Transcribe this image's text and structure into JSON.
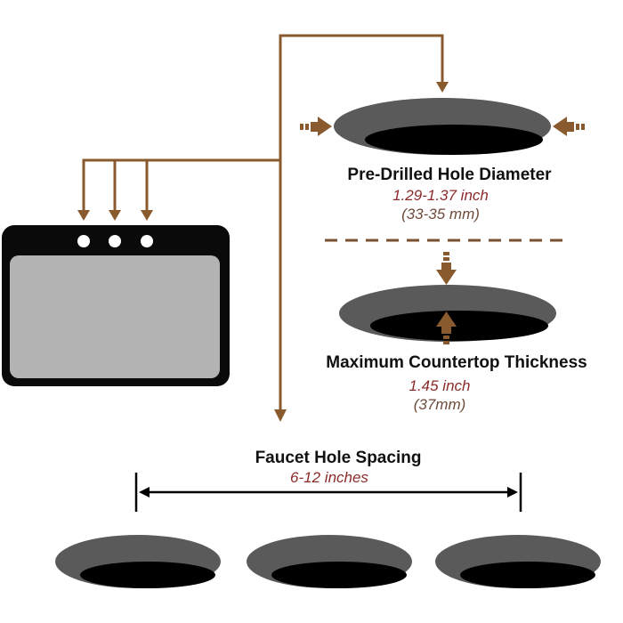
{
  "colors": {
    "connector": "#8a5a2f",
    "value_primary": "#8b2a2a",
    "value_secondary": "#6d4a3a",
    "hole_rim": "#5a5a5a",
    "hole_void": "#000000",
    "sink_frame": "#0a0a0a",
    "sink_basin": "#b3b3b3",
    "divider": "#7a5232"
  },
  "diameter": {
    "title": "Pre-Drilled Hole Diameter",
    "value_inch": "1.29-1.37 inch",
    "value_mm": "(33-35 mm)"
  },
  "thickness": {
    "title": "Maximum Countertop Thickness",
    "value_inch": "1.45 inch",
    "value_mm": "(37mm)"
  },
  "spacing": {
    "title": "Faucet Hole Spacing",
    "value": "6-12 inches"
  },
  "icons": {
    "sink": "sink-icon",
    "hole": "hole-icon",
    "arrow": "arrow-icon"
  }
}
